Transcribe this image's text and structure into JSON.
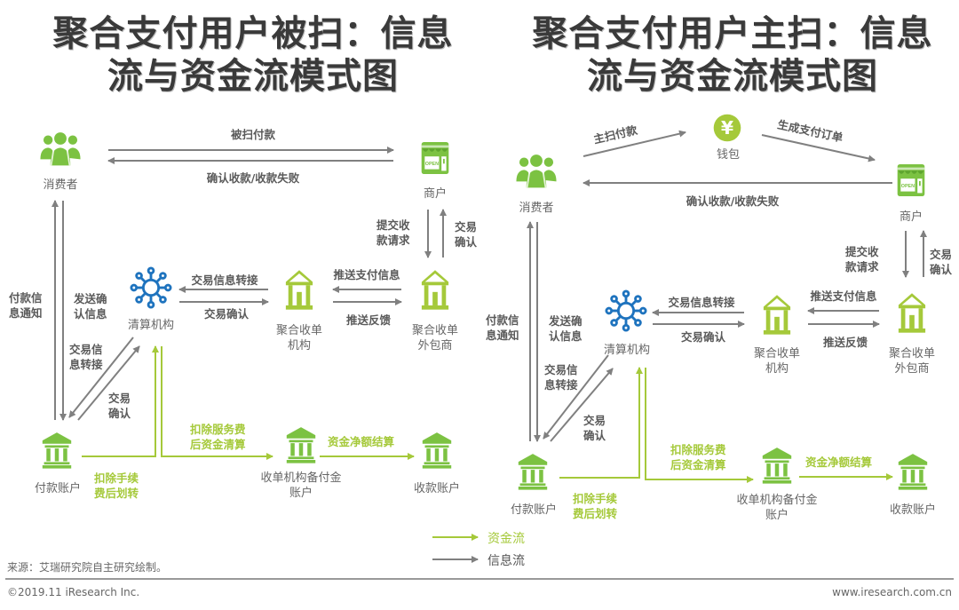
{
  "titles": {
    "left": {
      "line1": "聚合支付用户被扫：信息",
      "line2": "流与资金流模式图"
    },
    "right": {
      "line1": "聚合支付用户主扫：信息",
      "line2": "流与资金流模式图"
    }
  },
  "colors": {
    "info_flow": "#808080",
    "fund_flow": "#a5c93a",
    "icon_green": "#7cc242",
    "icon_lime": "#a5c93a",
    "icon_blue": "#1e73be",
    "title": "#3a3a3a"
  },
  "left_diagram": {
    "nodes": {
      "consumer": {
        "label": "消费者",
        "icon": "users-icon"
      },
      "merchant": {
        "label": "商户",
        "icon": "shop-open-icon"
      },
      "clearing": {
        "label": "清算机构",
        "icon": "network-hub-icon"
      },
      "aggregator": {
        "label1": "聚合收单",
        "label2": "机构",
        "icon": "lime-bank-icon"
      },
      "outsourcer": {
        "label1": "聚合收单",
        "label2": "外包商",
        "icon": "lime-bank-icon"
      },
      "payer_account": {
        "label": "付款账户",
        "icon": "bank-icon"
      },
      "reserve_account": {
        "label1": "收单机构备付金",
        "label2": "账户",
        "icon": "bank-icon"
      },
      "payee_account": {
        "label": "收款账户",
        "icon": "bank-icon"
      }
    },
    "edges": {
      "scan_pay": "被扫付款",
      "confirm_receipt": "确认收款/收款失败",
      "submit_request_1": "提交收",
      "submit_request_2": "款请求",
      "trade_confirm_m_1": "交易",
      "trade_confirm_m_2": "确认",
      "push_pay_info": "推送支付信息",
      "push_feedback": "推送反馈",
      "trade_info_relay": "交易信息转接",
      "trade_confirm": "交易确认",
      "pay_info_notify_1": "付款信",
      "pay_info_notify_2": "息通知",
      "send_confirm_1": "发送确",
      "send_confirm_2": "认信息",
      "trade_info_relay2_1": "交易信",
      "trade_info_relay2_2": "息转接",
      "trade_confirm2_1": "交易",
      "trade_confirm2_2": "确认",
      "deduct_fee_1": "扣除手续",
      "deduct_fee_2": "费后划转",
      "deduct_service_1": "扣除服务费",
      "deduct_service_2": "后资金清算",
      "net_settle": "资金净额结算"
    }
  },
  "right_diagram": {
    "nodes": {
      "consumer": {
        "label": "消费者",
        "icon": "users-icon"
      },
      "wallet": {
        "label": "钱包",
        "icon": "yen-coin-icon"
      },
      "merchant": {
        "label": "商户",
        "icon": "shop-open-icon"
      },
      "clearing": {
        "label": "清算机构",
        "icon": "network-hub-icon"
      },
      "aggregator": {
        "label1": "聚合收单",
        "label2": "机构",
        "icon": "lime-bank-icon"
      },
      "outsourcer": {
        "label1": "聚合收单",
        "label2": "外包商",
        "icon": "lime-bank-icon"
      },
      "payer_account": {
        "label": "付款账户",
        "icon": "bank-icon"
      },
      "reserve_account": {
        "label1": "收单机构备付金",
        "label2": "账户",
        "icon": "bank-icon"
      },
      "payee_account": {
        "label": "收款账户",
        "icon": "bank-icon"
      }
    },
    "edges": {
      "active_scan": "主扫付款",
      "gen_order": "生成支付订单",
      "confirm_receipt": "确认收款/收款失败",
      "submit_request_1": "提交收",
      "submit_request_2": "款请求",
      "trade_confirm_m_1": "交易",
      "trade_confirm_m_2": "确认",
      "push_pay_info": "推送支付信息",
      "push_feedback": "推送反馈",
      "trade_info_relay": "交易信息转接",
      "trade_confirm": "交易确认",
      "pay_info_notify_1": "付款信",
      "pay_info_notify_2": "息通知",
      "send_confirm_1": "发送确",
      "send_confirm_2": "认信息",
      "trade_info_relay2_1": "交易信",
      "trade_info_relay2_2": "息转接",
      "trade_confirm2_1": "交易",
      "trade_confirm2_2": "确认",
      "deduct_fee_1": "扣除手续",
      "deduct_fee_2": "费后划转",
      "deduct_service_1": "扣除服务费",
      "deduct_service_2": "后资金清算",
      "net_settle": "资金净额结算"
    }
  },
  "legend": {
    "fund_flow": "资金流",
    "info_flow": "信息流"
  },
  "footer": {
    "source": "来源：艾瑞研究院自主研究绘制。",
    "copyright": "©2019.11 iResearch Inc.",
    "website": "www.iresearch.com.cn"
  }
}
